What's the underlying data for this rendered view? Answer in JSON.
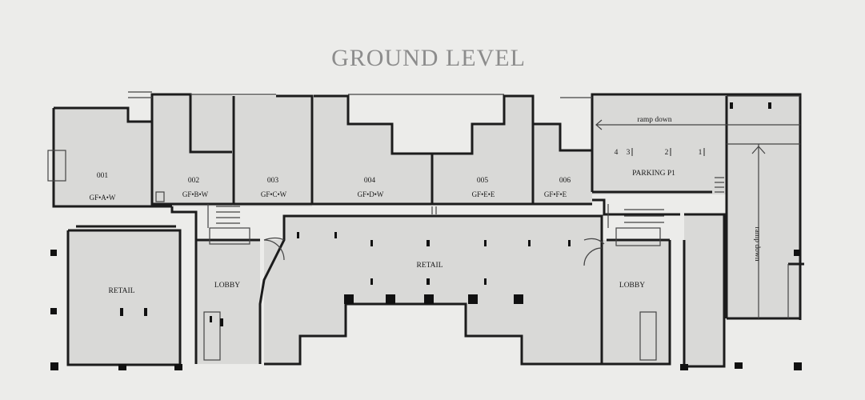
{
  "title": "GROUND LEVEL",
  "units": [
    {
      "number": "001",
      "code": "GF•A•W"
    },
    {
      "number": "002",
      "code": "GF•B•W"
    },
    {
      "number": "003",
      "code": "GF•C•W"
    },
    {
      "number": "004",
      "code": "GF•D•W"
    },
    {
      "number": "005",
      "code": "GF•E•E"
    },
    {
      "number": "006",
      "code": "GF•F•E"
    }
  ],
  "spaces": {
    "retail_left": "RETAIL",
    "retail_center": "RETAIL",
    "lobby_left": "LOBBY",
    "lobby_right": "LOBBY",
    "parking": "PARKING P1"
  },
  "ramps": {
    "ramp_top": "ramp down",
    "ramp_side": "ramp down"
  },
  "parking_stalls": [
    "4",
    "3",
    "2",
    "1"
  ]
}
